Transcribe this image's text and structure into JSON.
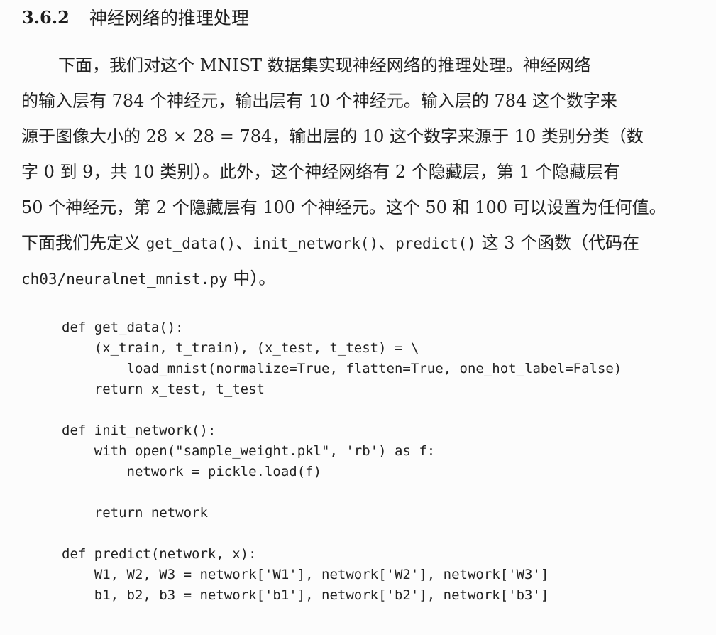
{
  "section": {
    "number": "3.6.2",
    "title": "神经网络的推理处理"
  },
  "paragraph": {
    "l1": "下面，我们对这个 MNIST 数据集实现神经网络的推理处理。神经网络",
    "l2": "的输入层有 784 个神经元，输出层有 10 个神经元。输入层的 784 这个数字来",
    "l3": "源于图像大小的 28 × 28 = 784，输出层的 10 这个数字来源于 10 类别分类（数",
    "l4": "字 0 到 9，共 10 类别）。此外，这个神经网络有 2 个隐藏层，第 1 个隐藏层有",
    "l5": "50 个神经元，第 2 个隐藏层有 100 个神经元。这个 50 和 100 可以设置为任何值。",
    "l6_a": "下面我们先定义 ",
    "fn_get_data": "get_data()",
    "sep1": "、",
    "fn_init_network": "init_network()",
    "sep2": "、",
    "fn_predict": "predict()",
    "l6_b": " 这 3 个函数（代码在",
    "file_path": "ch03/neuralnet_mnist.py",
    "l7_b": " 中）。"
  },
  "code": [
    "def get_data():",
    "    (x_train, t_train), (x_test, t_test) = \\",
    "        load_mnist(normalize=True, flatten=True, one_hot_label=False)",
    "    return x_test, t_test",
    "",
    "def init_network():",
    "    with open(\"sample_weight.pkl\", 'rb') as f:",
    "        network = pickle.load(f)",
    "",
    "    return network",
    "",
    "def predict(network, x):",
    "    W1, W2, W3 = network['W1'], network['W2'], network['W3']",
    "    b1, b2, b3 = network['b1'], network['b2'], network['b3']"
  ]
}
